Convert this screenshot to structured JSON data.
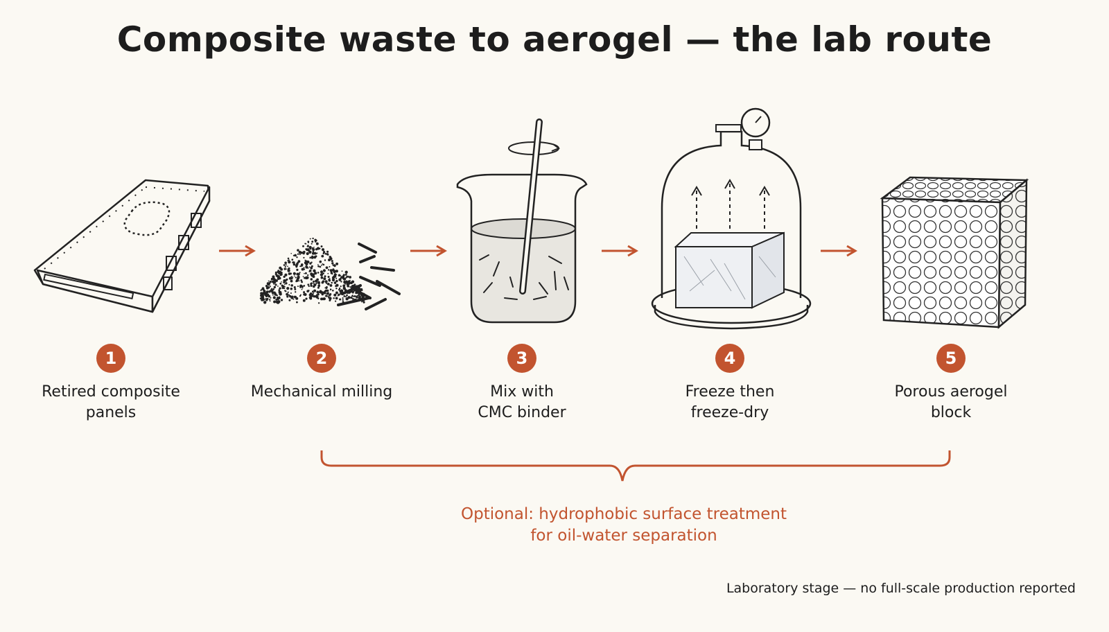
{
  "title": "Composite waste to aerogel — the lab route",
  "accent_color": "#c2542f",
  "steps": [
    {
      "number": "1",
      "label_line1": "Retired composite",
      "label_line2": "panels",
      "icon": "composite-panel-icon"
    },
    {
      "number": "2",
      "label_line1": "Mechanical milling",
      "label_line2": "",
      "icon": "milled-particles-icon"
    },
    {
      "number": "3",
      "label_line1": "Mix with",
      "label_line2": "CMC binder",
      "icon": "beaker-stirring-icon"
    },
    {
      "number": "4",
      "label_line1": "Freeze then",
      "label_line2": "freeze-dry",
      "icon": "freeze-dryer-bell-jar-icon"
    },
    {
      "number": "5",
      "label_line1": "Porous aerogel",
      "label_line2": "block",
      "icon": "porous-aerogel-cube-icon"
    }
  ],
  "optional_note": {
    "line1": "Optional: hydrophobic surface treatment",
    "line2": "for oil-water separation"
  },
  "footnote": "Laboratory stage — no full-scale production reported"
}
